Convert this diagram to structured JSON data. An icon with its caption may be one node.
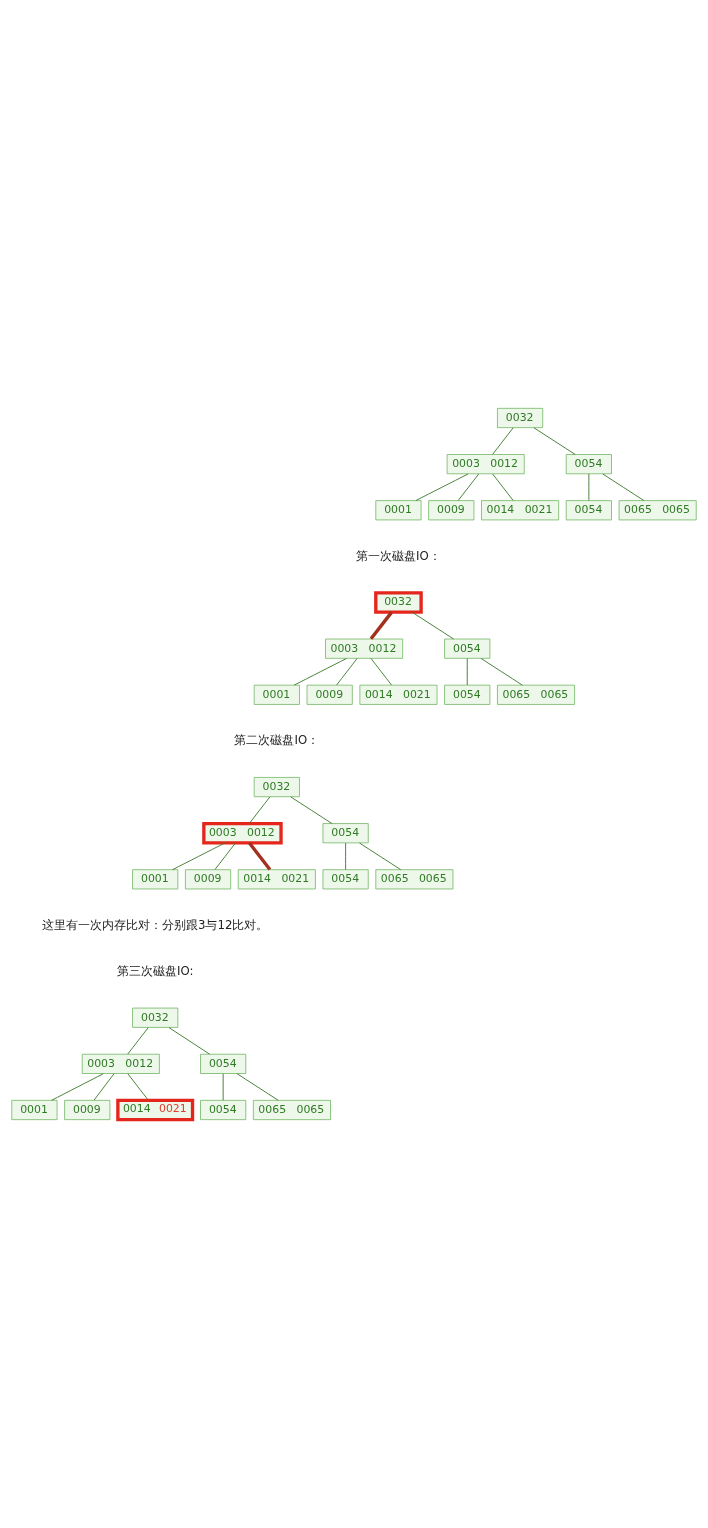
{
  "diagram": {
    "nodes": [
      {
        "text": [
          "0032"
        ]
      },
      {
        "text": [
          "0003 0012"
        ]
      },
      {
        "text": [
          "0054"
        ]
      },
      {
        "text": [
          "0001"
        ]
      },
      {
        "text": [
          "0009"
        ]
      },
      {
        "text": [
          "0014 0021"
        ]
      },
      {
        "text": [
          "0054"
        ]
      },
      {
        "text": [
          "0065 0065"
        ]
      },
      {
        "text": [
          "0032"
        ]
      },
      {
        "text": [
          "0003 0012"
        ]
      },
      {
        "text": [
          "0054"
        ]
      },
      {
        "text": [
          "0001"
        ]
      },
      {
        "text": [
          "0009"
        ]
      },
      {
        "text": [
          "0014 0021"
        ]
      },
      {
        "text": [
          "0054"
        ]
      },
      {
        "text": [
          "0065 0065"
        ]
      },
      {
        "text": [
          "0032"
        ]
      },
      {
        "text": [
          "0003 0012"
        ]
      },
      {
        "text": [
          "0054"
        ]
      },
      {
        "text": [
          "0001"
        ]
      },
      {
        "text": [
          "0009"
        ]
      },
      {
        "text": [
          "0014 0021"
        ]
      },
      {
        "text": [
          "0054"
        ]
      },
      {
        "text": [
          "0065 0065"
        ]
      },
      {
        "text": [
          "0032"
        ]
      },
      {
        "text": [
          "0003 0012"
        ]
      },
      {
        "text": [
          "0054"
        ]
      },
      {
        "text": [
          "0001"
        ]
      },
      {
        "text": [
          "0009"
        ]
      },
      {
        "text": [
          "0014 0021"
        ]
      },
      {
        "text": [
          "0054"
        ]
      },
      {
        "text": [
          "0065 0065"
        ]
      }
    ],
    "edges": [
      {
        "from": 0,
        "to": 1,
        "arrow": "none"
      },
      {
        "from": 0,
        "to": 2,
        "arrow": "none"
      },
      {
        "from": 1,
        "to": 3,
        "arrow": "none"
      },
      {
        "from": 1,
        "to": 4,
        "arrow": "none"
      },
      {
        "from": 1,
        "to": 5,
        "arrow": "none"
      },
      {
        "from": 2,
        "to": 6,
        "arrow": "none"
      },
      {
        "from": 2,
        "to": 7,
        "arrow": "none"
      },
      {
        "from": 8,
        "to": 9,
        "arrow": "none",
        "style": "thick",
        "color": "#a3301f"
      },
      {
        "from": 8,
        "to": 10,
        "arrow": "none"
      },
      {
        "from": 9,
        "to": 11,
        "arrow": "none"
      },
      {
        "from": 9,
        "to": 12,
        "arrow": "none"
      },
      {
        "from": 9,
        "to": 13,
        "arrow": "none"
      },
      {
        "from": 10,
        "to": 14,
        "arrow": "none"
      },
      {
        "from": 10,
        "to": 15,
        "arrow": "none"
      },
      {
        "from": 16,
        "to": 17,
        "arrow": "none"
      },
      {
        "from": 16,
        "to": 18,
        "arrow": "none"
      },
      {
        "from": 17,
        "to": 19,
        "arrow": "none"
      },
      {
        "from": 17,
        "to": 20,
        "arrow": "none"
      },
      {
        "from": 17,
        "to": 21,
        "arrow": "none",
        "style": "thick",
        "color": "#a3301f"
      },
      {
        "from": 18,
        "to": 22,
        "arrow": "none"
      },
      {
        "from": 18,
        "to": 23,
        "arrow": "none"
      },
      {
        "from": 24,
        "to": 25,
        "arrow": "none"
      },
      {
        "from": 24,
        "to": 26,
        "arrow": "none"
      },
      {
        "from": 25,
        "to": 27,
        "arrow": "none"
      },
      {
        "from": 25,
        "to": 28,
        "arrow": "none"
      },
      {
        "from": 25,
        "to": 29,
        "arrow": "none"
      },
      {
        "from": 26,
        "to": 30,
        "arrow": "none"
      },
      {
        "from": 26,
        "to": 31,
        "arrow": "none"
      }
    ],
    "labels": [
      "第一次磁盘IO：",
      "第二次磁盘IO：",
      "这里有一次内存比对：分别跟3与12比对。",
      "第三次磁盘IO:"
    ]
  }
}
